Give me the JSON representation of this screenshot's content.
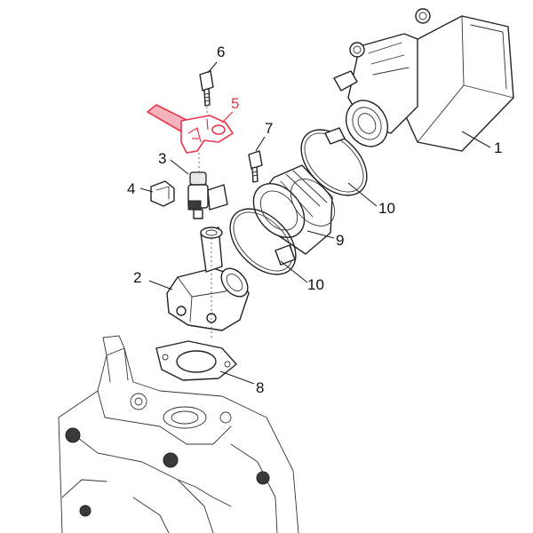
{
  "callouts": [
    {
      "id": "1",
      "text": "1"
    },
    {
      "id": "2",
      "text": "2"
    },
    {
      "id": "3",
      "text": "3"
    },
    {
      "id": "4",
      "text": "4"
    },
    {
      "id": "5",
      "text": "5",
      "highlight": true
    },
    {
      "id": "6",
      "text": "6"
    },
    {
      "id": "7",
      "text": "7"
    },
    {
      "id": "8",
      "text": "8"
    },
    {
      "id": "9",
      "text": "9"
    },
    {
      "id": "10a",
      "text": "10"
    },
    {
      "id": "10b",
      "text": "10"
    }
  ],
  "colors": {
    "highlight": "#e8354a",
    "highlight_fill": "#f7b3bd",
    "line": "#222222"
  }
}
